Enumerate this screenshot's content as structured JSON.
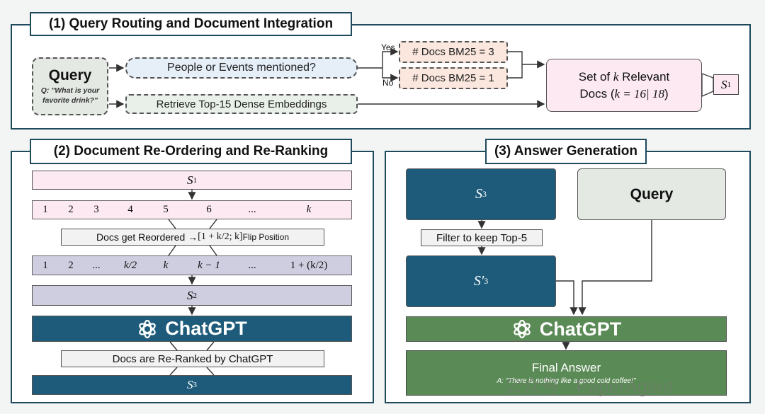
{
  "panel1": {
    "title": "(1) Query Routing and Document Integration",
    "query_title": "Query",
    "query_example": "Q: \"What is your favorite drink?\"",
    "router_question": "People or Events mentioned?",
    "dense_retrieval": "Retrieve Top-15 Dense Embeddings",
    "yes_label": "Yes",
    "no_label": "No",
    "bm25_yes": "# Docs BM25  = 3",
    "bm25_no": "# Docs BM25  = 1",
    "relevant_line1_pre": "Set of ",
    "relevant_line1_var": "k",
    "relevant_line1_post": " Relevant",
    "relevant_line2_pre": "Docs (",
    "relevant_line2_math": "k = 16| 18",
    "relevant_line2_post": ")",
    "s1_var": "S",
    "s1_sub": "1"
  },
  "panel2": {
    "title": "(2) Document Re-Ordering and Re-Ranking",
    "s1_var": "S",
    "s1_sub": "1",
    "order_cells": [
      "1",
      "2",
      "3",
      "4",
      "5",
      "6",
      "...",
      "k"
    ],
    "reorder_label_pre": "Docs get Reordered → ",
    "reorder_label_math": "[1 + k/2; k]",
    "reorder_label_post": " Flip Position",
    "reordered_cells": [
      "1",
      "2",
      "...",
      "k/2",
      "k",
      "k − 1",
      "...",
      "1 + (k/2)"
    ],
    "s2_var": "S",
    "s2_sub": "2",
    "chatgpt_label": "ChatGPT",
    "rerank_label": "Docs are Re-Ranked by ChatGPT",
    "s3_var": "S",
    "s3_sub": "3"
  },
  "panel3": {
    "title": "(3) Answer Generation",
    "s3_var": "S",
    "s3_sub": "3",
    "query_label": "Query",
    "filter_label": "Filter to keep Top-5",
    "s3p_var": "S′",
    "s3p_sub": "3",
    "chatgpt_label": "ChatGPT",
    "final_answer": "Final Answer",
    "final_answer_example": "A: \"There is nothing like a good cold coffee!\""
  },
  "watermark": "公众号 · PaperAgent",
  "colors": {
    "border": "#1e4a5c",
    "pink": "#fce9f1",
    "lavender": "#cfcde0",
    "teal": "#1e5b7a",
    "green": "#5a8a55",
    "light_blue": "#e6eef8",
    "light_green": "#e9f0e9",
    "peach": "#fbe7dd",
    "query_grey": "#e4e9e4"
  }
}
